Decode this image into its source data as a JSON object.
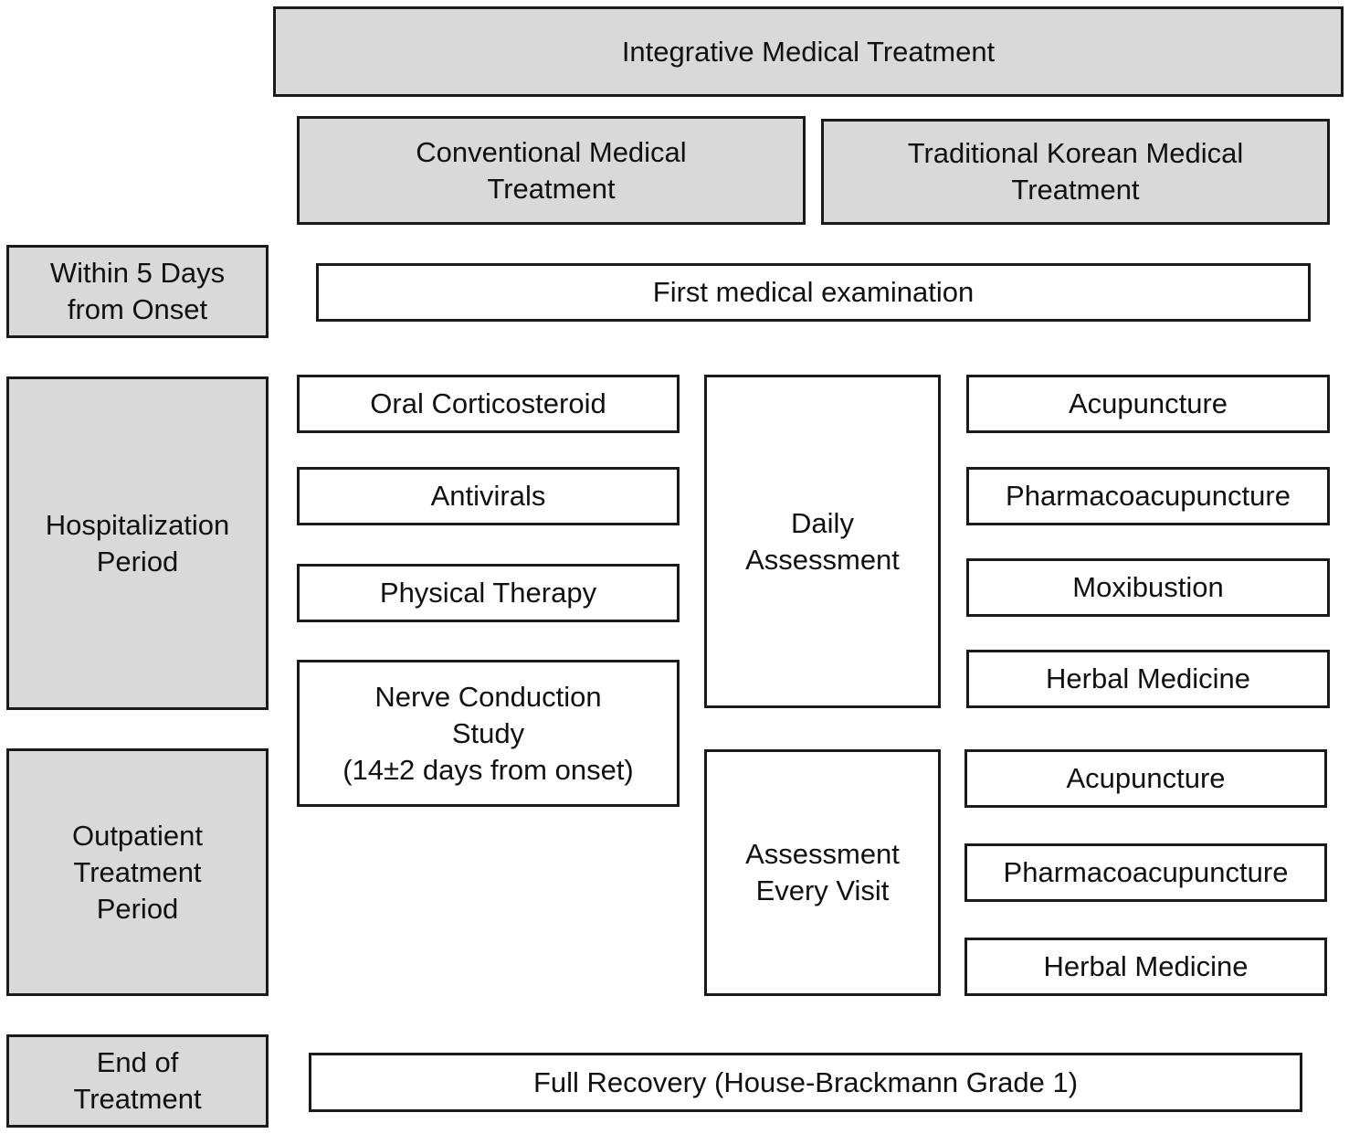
{
  "header": {
    "main": "Integrative Medical Treatment",
    "conventional": "Conventional Medical\nTreatment",
    "traditional": "Traditional Korean Medical\nTreatment"
  },
  "phases": {
    "onset": "Within 5 Days\nfrom Onset",
    "hospitalization": "Hospitalization\nPeriod",
    "outpatient": "Outpatient\nTreatment\nPeriod",
    "end": "End of\nTreatment"
  },
  "first_exam": "First medical examination",
  "conventional_items": {
    "oral_corticosteroid": "Oral Corticosteroid",
    "antivirals": "Antivirals",
    "physical_therapy": "Physical Therapy",
    "nerve_conduction": "Nerve Conduction\nStudy\n(14±2 days from onset)"
  },
  "assessments": {
    "daily": "Daily\nAssessment",
    "every_visit": "Assessment\nEvery Visit"
  },
  "hospital_korean": {
    "acupuncture": "Acupuncture",
    "pharmacoacupuncture": "Pharmacoacupuncture",
    "moxibustion": "Moxibustion",
    "herbal_medicine": "Herbal Medicine"
  },
  "outpatient_korean": {
    "acupuncture": "Acupuncture",
    "pharmacoacupuncture": "Pharmacoacupuncture",
    "herbal_medicine": "Herbal Medicine"
  },
  "full_recovery": "Full Recovery (House-Brackmann Grade 1)",
  "colors": {
    "grey_fill": "#d9d9d9",
    "border": "#1a1a1a"
  }
}
